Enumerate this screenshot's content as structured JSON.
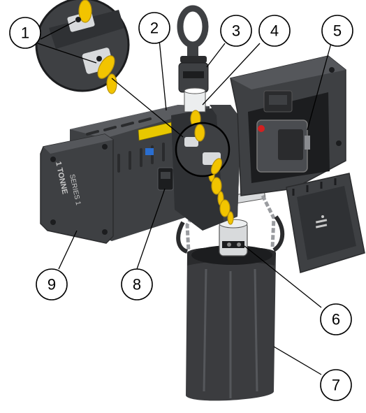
{
  "figure": {
    "callouts": [
      {
        "label": "1"
      },
      {
        "label": "2"
      },
      {
        "label": "3"
      },
      {
        "label": "4"
      },
      {
        "label": "5"
      },
      {
        "label": "6"
      },
      {
        "label": "7"
      },
      {
        "label": "8"
      },
      {
        "label": "9"
      }
    ],
    "hoist_labels": {
      "front_line_1": "1 TONNE",
      "front_line_2": "SERIES 1"
    },
    "colors": {
      "body": "#3e4043",
      "body_dark": "#2a2b2d",
      "body_light": "#5a5c60",
      "chain": "#f2c400",
      "chain_dark": "#b8930a",
      "warning_label": "#e8c800",
      "bag": "#3b3c3f",
      "metal": "#d8dadc",
      "battery_red": "#d42020"
    }
  }
}
